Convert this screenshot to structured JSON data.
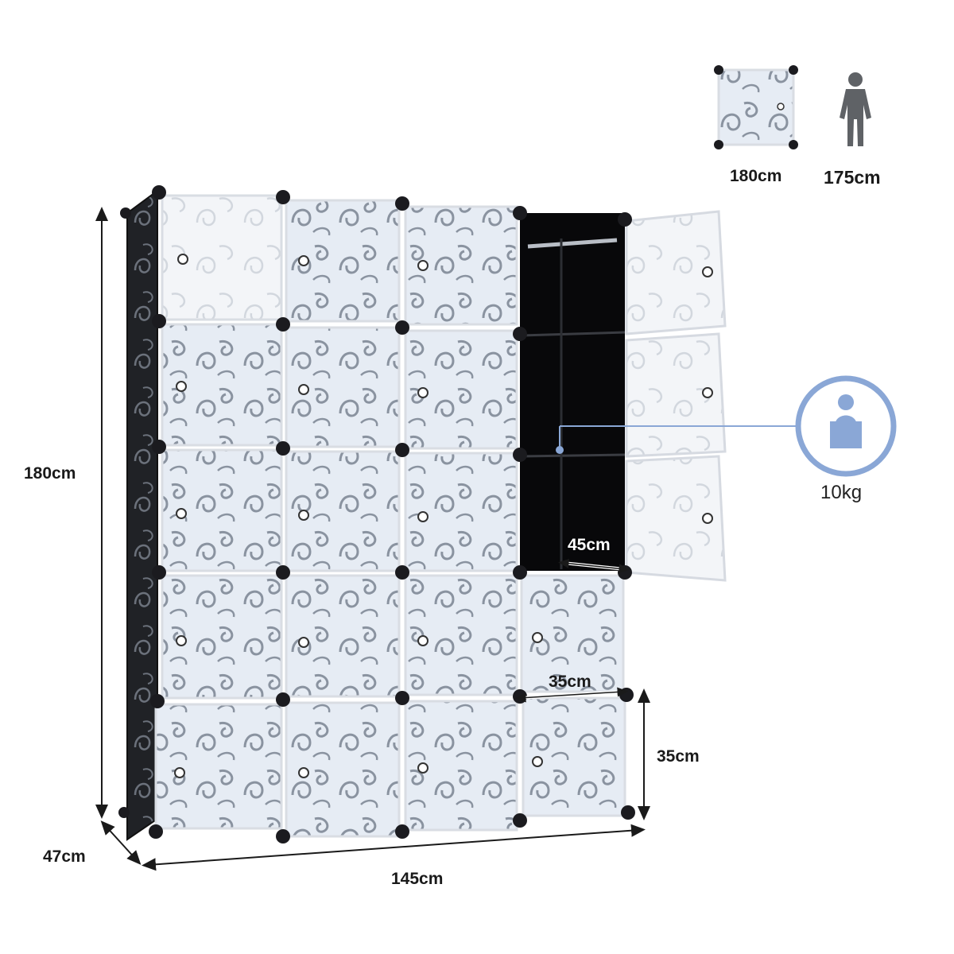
{
  "dimensions": {
    "height": "180cm",
    "depth": "47cm",
    "width": "145cm",
    "compartment_depth": "45cm",
    "cube_width": "35cm",
    "cube_height": "35cm"
  },
  "scale_reference": {
    "cabinet_height": "180cm",
    "person_height": "175cm"
  },
  "load": {
    "capacity": "10kg"
  },
  "product": {
    "grid_rows": 5,
    "grid_columns": 4,
    "open_column_doors_open": 3
  },
  "colors": {
    "frame": "#1b1b1f",
    "panel": "#e6ecf4",
    "swirl": "#7e8794",
    "accent": "#8aa7d6",
    "text": "#1a1a1a"
  }
}
